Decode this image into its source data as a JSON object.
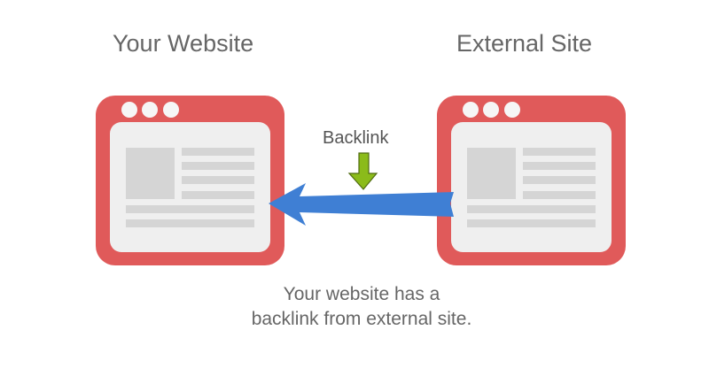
{
  "titles": {
    "left": "Your Website",
    "right": "External Site"
  },
  "arrow_label": "Backlink",
  "caption": {
    "line1": "Your website has a",
    "line2": "backlink from external site."
  },
  "icons": {
    "left_window": "browser-window-icon",
    "right_window": "browser-window-icon",
    "link_arrow": "arrow-left-icon",
    "pointer": "arrow-down-icon"
  },
  "colors": {
    "window": "#e05a5a",
    "pane": "#efefef",
    "placeholder": "#d5d5d5",
    "arrow_blue": "#3f7fd4",
    "arrow_green": "#8bbb1a",
    "text": "#666666"
  }
}
